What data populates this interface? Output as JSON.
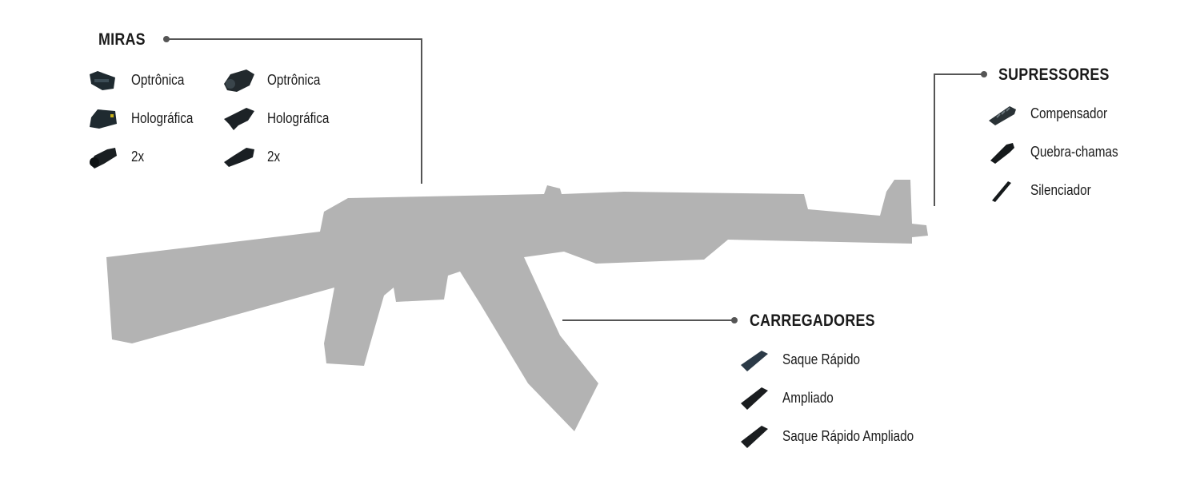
{
  "miras": {
    "title": "MIRAS",
    "items": [
      {
        "label": "Optrônica",
        "icon": "red-dot-sight-icon"
      },
      {
        "label": "Holográfica",
        "icon": "holographic-sight-icon"
      },
      {
        "label": "2x",
        "icon": "2x-scope-icon"
      },
      {
        "label": "Optrônica",
        "icon": "red-dot-sight-icon"
      },
      {
        "label": "Holográfica",
        "icon": "holographic-sight-icon"
      },
      {
        "label": "2x",
        "icon": "2x-scope-icon"
      }
    ]
  },
  "supressores": {
    "title": "SUPRESSORES",
    "items": [
      {
        "label": "Compensador",
        "icon": "compensator-icon"
      },
      {
        "label": "Quebra-chamas",
        "icon": "flash-hider-icon"
      },
      {
        "label": "Silenciador",
        "icon": "silencer-icon"
      }
    ]
  },
  "carregadores": {
    "title": "CARREGADORES",
    "items": [
      {
        "label": "Saque Rápido",
        "icon": "magazine-icon"
      },
      {
        "label": "Ampliado",
        "icon": "magazine-icon"
      },
      {
        "label": "Saque Rápido Ampliado",
        "icon": "magazine-icon"
      }
    ]
  },
  "colors": {
    "silhouette": "#b3b3b3",
    "line": "#555555",
    "icon": "#1f2a30"
  }
}
